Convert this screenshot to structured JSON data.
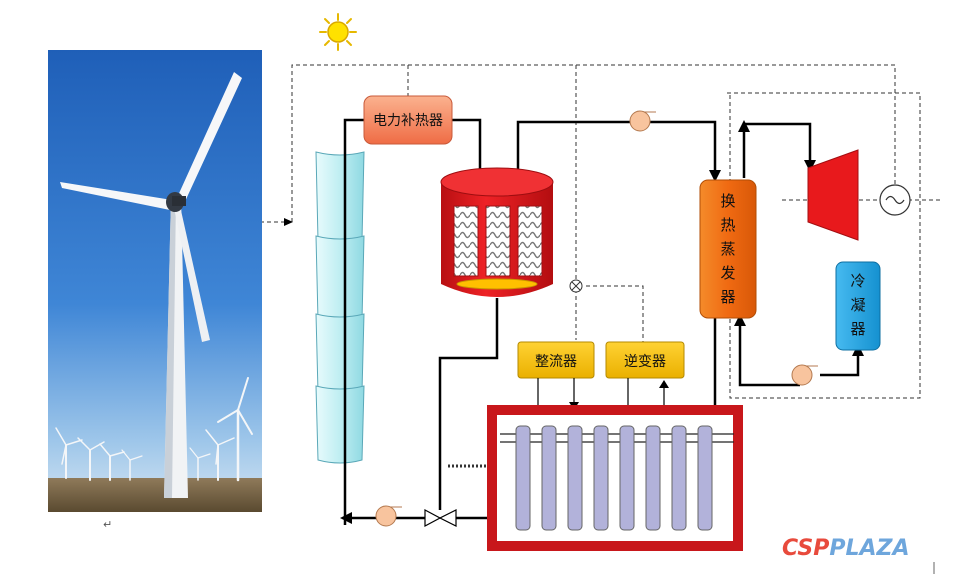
{
  "labels": {
    "electric_heater": "电力补热器",
    "rectifier": "整流器",
    "inverter": "逆变器",
    "heat_exchanger_chars": [
      "换",
      "热",
      "蒸",
      "发",
      "器"
    ],
    "condenser_chars": [
      "冷",
      "凝",
      "器"
    ],
    "return_mark": "↵"
  },
  "watermark": {
    "brand_main": "CSP",
    "brand_tail": "PLAZA"
  },
  "colors": {
    "heater": "#f27b55",
    "tank_red": "#e8191c",
    "exchanger_orange": "#f47a1a",
    "condenser_blue": "#22a6e2",
    "converter_yellow": "#f9c000",
    "turbine_red": "#e8191c",
    "collector_cyan": "#c6f2f4",
    "storage_border": "#c8171b",
    "storage_tube": "#b2b2da",
    "pump_peach": "#f8c49e",
    "brand_red": "#e84a3c",
    "brand_blue": "#6ea6dc"
  }
}
